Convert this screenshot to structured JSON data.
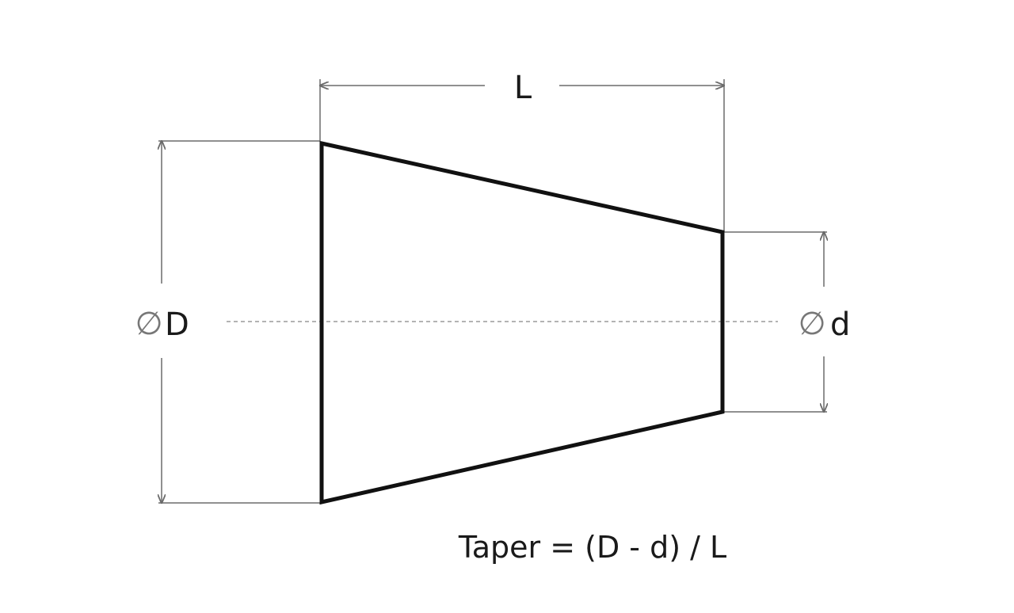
{
  "labels": {
    "length": "L",
    "large_diameter": "D",
    "small_diameter": "d",
    "formula": "Taper = (D - d) / L"
  },
  "symbols": {
    "diameter": "∅"
  },
  "colors": {
    "outline": "#111111",
    "dimension_line": "#6b6b6b",
    "centerline": "#9a9a9a",
    "text": "#1a1a1a",
    "diameter_symbol": "#777777"
  }
}
